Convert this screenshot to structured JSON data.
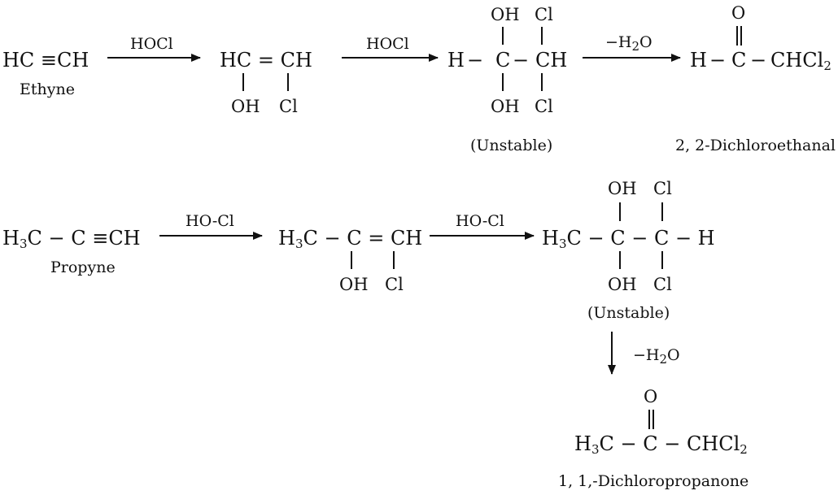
{
  "reaction1": {
    "reactant": "HC ≡CH",
    "reactant_name": "Ethyne",
    "arrow1_reagent": "HOCl",
    "intermediate_top": "HC = CH",
    "intermediate_oh": "OH",
    "intermediate_cl": "Cl",
    "arrow2_reagent": "HOCl",
    "adduct_left_h": "H",
    "adduct_c1": "C",
    "adduct_c2": "CH",
    "adduct_oh_top": "OH",
    "adduct_cl_top": "Cl",
    "adduct_oh_bottom": "OH",
    "adduct_cl_bottom": "Cl",
    "adduct_note": "(Unstable)",
    "arrow3_reagent_main": "−H",
    "arrow3_reagent_sub": "2",
    "arrow3_reagent_tail": "O",
    "product_o": "O",
    "product_h": "H",
    "product_c": "C",
    "product_group_main": "CHCl",
    "product_group_sub": "2",
    "product_name": "2, 2-Dichloroethanal"
  },
  "reaction2": {
    "reactant_h": "H",
    "reactant_sub": "3",
    "reactant_rest": "C − C ≡CH",
    "reactant_name": "Propyne",
    "arrow1_reagent": "HO-Cl",
    "intermediate_h": "H",
    "intermediate_sub": "3",
    "intermediate_rest": "C − C = CH",
    "intermediate_oh": "OH",
    "intermediate_cl": "Cl",
    "arrow2_reagent": "HO-Cl",
    "adduct_h": "H",
    "adduct_sub": "3",
    "adduct_rest": "C − C − C − H",
    "adduct_oh_top": "OH",
    "adduct_cl_top": "Cl",
    "adduct_oh_bottom": "OH",
    "adduct_cl_bottom": "Cl",
    "adduct_note": "(Unstable)",
    "arrow3_reagent_main": "−H",
    "arrow3_reagent_sub": "2",
    "arrow3_reagent_tail": "O",
    "product_o": "O",
    "product_h": "H",
    "product_sub": "3",
    "product_rest": "C − C − CHCl",
    "product_rest_sub": "2",
    "product_name": "1, 1,-Dichloropropanone"
  }
}
